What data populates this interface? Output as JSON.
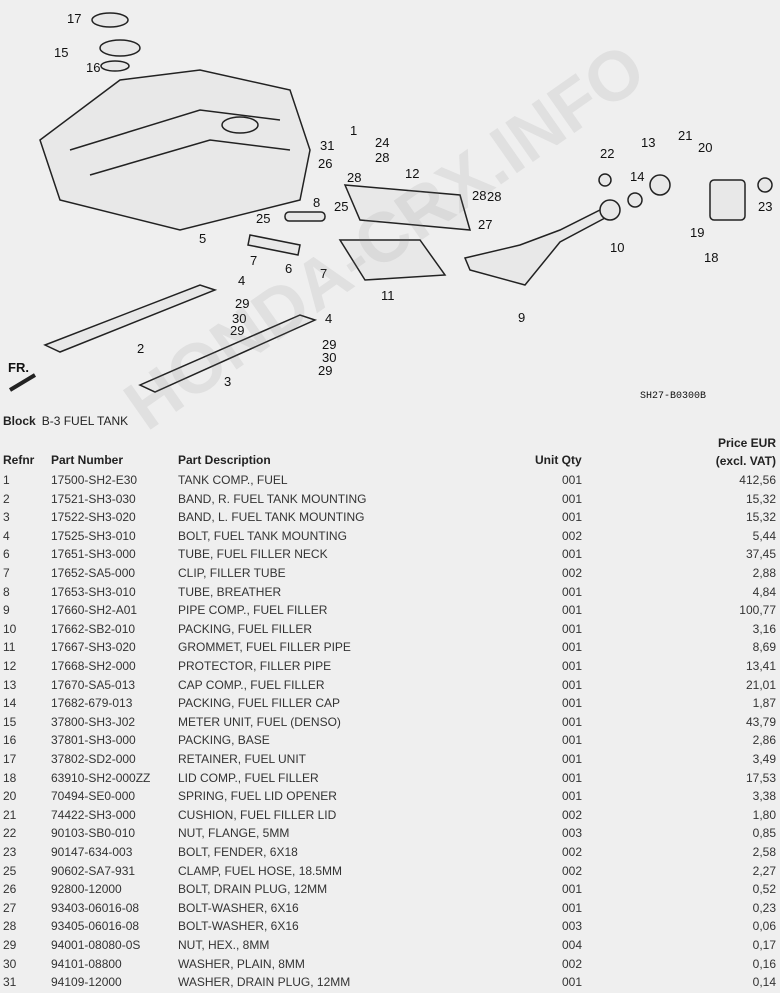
{
  "diagram": {
    "code": "SH27-B0300B",
    "front_label": "FR.",
    "callouts": [
      "17",
      "15",
      "16",
      "1",
      "31",
      "26",
      "24",
      "28",
      "28",
      "28",
      "12",
      "28",
      "8",
      "25",
      "25",
      "5",
      "7",
      "6",
      "7",
      "27",
      "11",
      "4",
      "29",
      "30",
      "29",
      "2",
      "4",
      "29",
      "30",
      "29",
      "3",
      "9",
      "22",
      "13",
      "14",
      "21",
      "20",
      "10",
      "23",
      "19",
      "18"
    ]
  },
  "watermark": "HONDA-CRX.INFO",
  "block": {
    "label": "Block",
    "name": "B-3 FUEL TANK"
  },
  "table": {
    "headers": {
      "refnr": "Refnr",
      "part_number": "Part Number",
      "description": "Part Description",
      "qty": "Unit Qty",
      "price_line1": "Price EUR",
      "price_line2": "(excl. VAT)"
    },
    "rows": [
      [
        "1",
        "17500-SH2-E30",
        "TANK COMP., FUEL",
        "001",
        "412,56"
      ],
      [
        "2",
        "17521-SH3-030",
        "BAND, R. FUEL TANK MOUNTING",
        "001",
        "15,32"
      ],
      [
        "3",
        "17522-SH3-020",
        "BAND, L. FUEL TANK MOUNTING",
        "001",
        "15,32"
      ],
      [
        "4",
        "17525-SH3-010",
        "BOLT, FUEL TANK MOUNTING",
        "002",
        "5,44"
      ],
      [
        "6",
        "17651-SH3-000",
        "TUBE, FUEL FILLER NECK",
        "001",
        "37,45"
      ],
      [
        "7",
        "17652-SA5-000",
        "CLIP, FILLER TUBE",
        "002",
        "2,88"
      ],
      [
        "8",
        "17653-SH3-010",
        "TUBE, BREATHER",
        "001",
        "4,84"
      ],
      [
        "9",
        "17660-SH2-A01",
        "PIPE COMP., FUEL FILLER",
        "001",
        "100,77"
      ],
      [
        "10",
        "17662-SB2-010",
        "PACKING, FUEL FILLER",
        "001",
        "3,16"
      ],
      [
        "11",
        "17667-SH3-020",
        "GROMMET, FUEL FILLER PIPE",
        "001",
        "8,69"
      ],
      [
        "12",
        "17668-SH2-000",
        "PROTECTOR, FILLER PIPE",
        "001",
        "13,41"
      ],
      [
        "13",
        "17670-SA5-013",
        "CAP COMP., FUEL FILLER",
        "001",
        "21,01"
      ],
      [
        "14",
        "17682-679-013",
        "PACKING, FUEL FILLER CAP",
        "001",
        "1,87"
      ],
      [
        "15",
        "37800-SH3-J02",
        "METER UNIT, FUEL (DENSO)",
        "001",
        "43,79"
      ],
      [
        "16",
        "37801-SH3-000",
        "PACKING, BASE",
        "001",
        "2,86"
      ],
      [
        "17",
        "37802-SD2-000",
        "RETAINER, FUEL UNIT",
        "001",
        "3,49"
      ],
      [
        "18",
        "63910-SH2-000ZZ",
        "LID COMP., FUEL FILLER",
        "001",
        "17,53"
      ],
      [
        "20",
        "70494-SE0-000",
        "SPRING, FUEL LID OPENER",
        "001",
        "3,38"
      ],
      [
        "21",
        "74422-SH3-000",
        "CUSHION, FUEL FILLER LID",
        "002",
        "1,80"
      ],
      [
        "22",
        "90103-SB0-010",
        "NUT, FLANGE, 5MM",
        "003",
        "0,85"
      ],
      [
        "23",
        "90147-634-003",
        "BOLT, FENDER, 6X18",
        "002",
        "2,58"
      ],
      [
        "25",
        "90602-SA7-931",
        "CLAMP, FUEL HOSE, 18.5MM",
        "002",
        "2,27"
      ],
      [
        "26",
        "92800-12000",
        "BOLT, DRAIN PLUG, 12MM",
        "001",
        "0,52"
      ],
      [
        "27",
        "93403-06016-08",
        "BOLT-WASHER, 6X16",
        "001",
        "0,23"
      ],
      [
        "28",
        "93405-06016-08",
        "BOLT-WASHER, 6X16",
        "003",
        "0,06"
      ],
      [
        "29",
        "94001-08080-0S",
        "NUT, HEX., 8MM",
        "004",
        "0,17"
      ],
      [
        "30",
        "94101-08800",
        "WASHER, PLAIN, 8MM",
        "002",
        "0,16"
      ],
      [
        "31",
        "94109-12000",
        "WASHER, DRAIN PLUG, 12MM",
        "001",
        "0,14"
      ]
    ]
  }
}
